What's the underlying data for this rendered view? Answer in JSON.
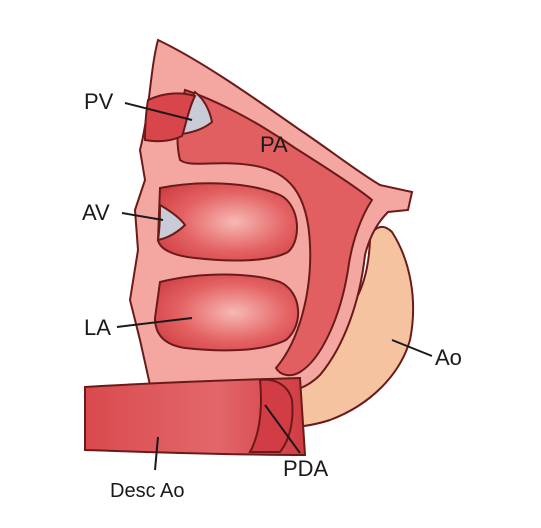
{
  "labels": {
    "pv": "PV",
    "pa": "PA",
    "av": "AV",
    "la": "LA",
    "ao": "Ao",
    "desc_ao": "Desc Ao",
    "pda": "PDA"
  },
  "colors": {
    "outer_wall": "#e56a67",
    "lumen": "#d8454a",
    "inner_pale": "#f4a7a0",
    "aorta_peach": "#f5c3a0",
    "valve_grey": "#c8ccd6",
    "outline": "#6b1a1a",
    "text": "#1a1a1a"
  }
}
